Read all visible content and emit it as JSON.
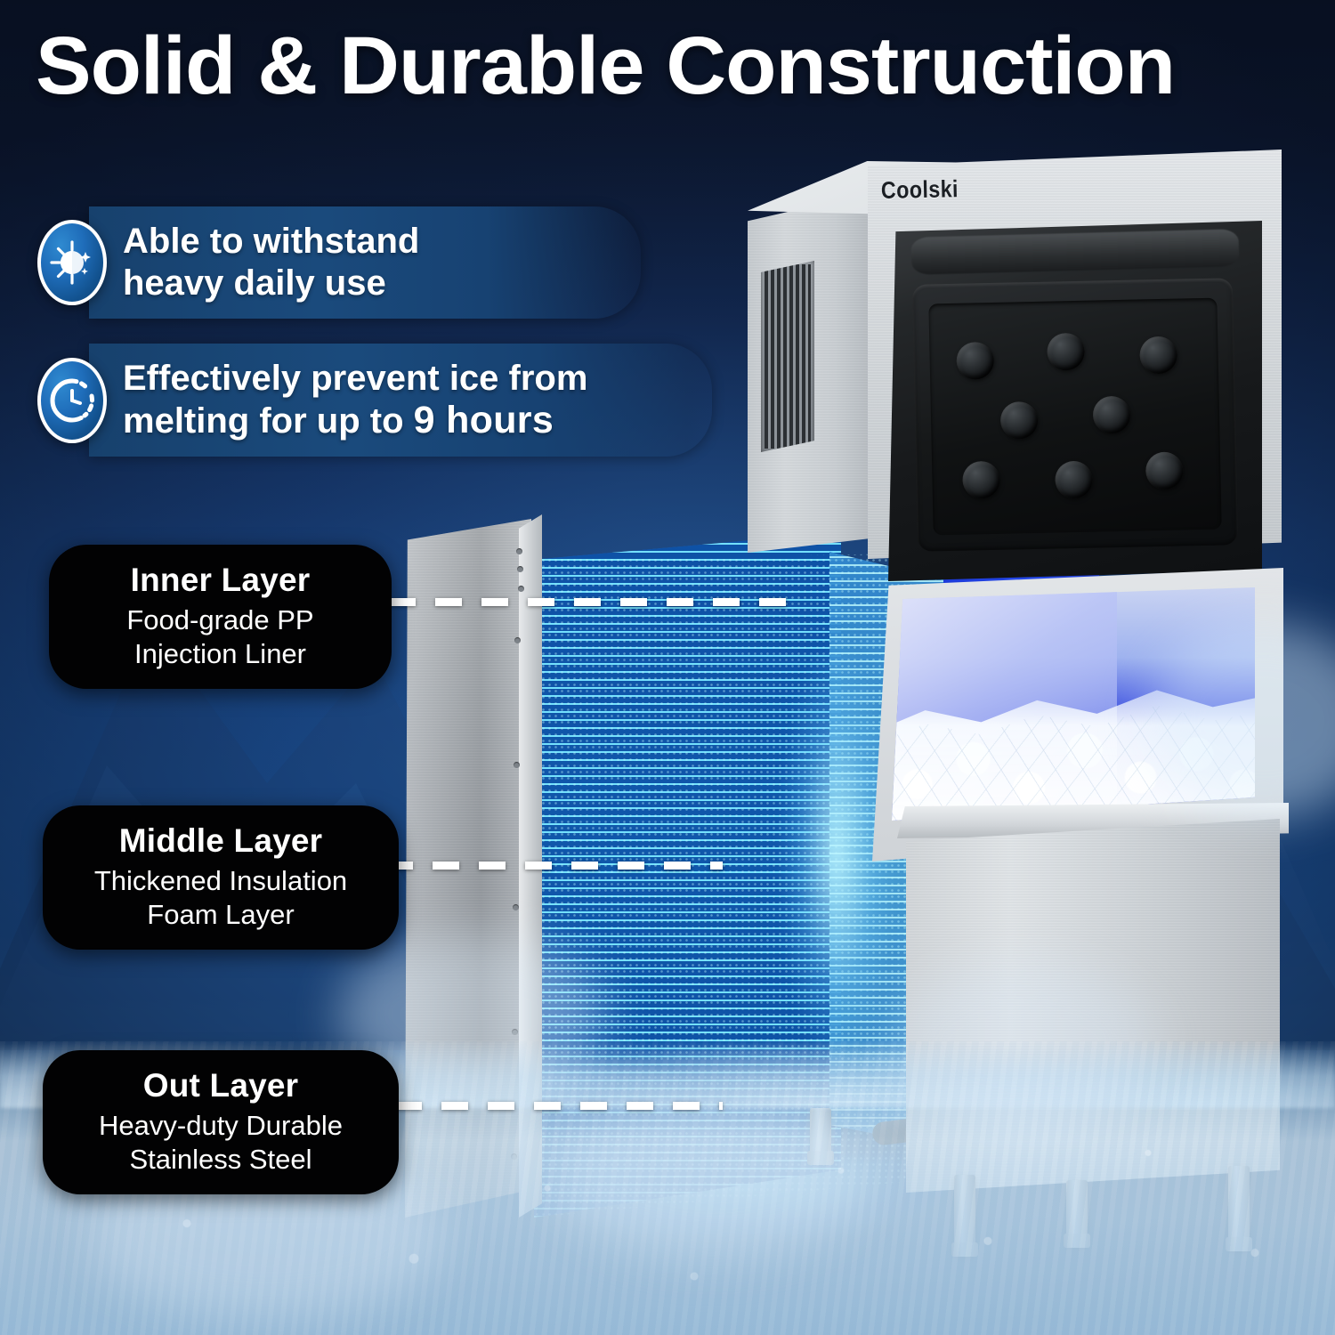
{
  "page": {
    "headline": "Solid & Durable Construction",
    "brand": "Coolski"
  },
  "features": [
    {
      "icon": "sun-moon-brightness-icon",
      "text": "Able to withstand\nheavy daily use",
      "highlight": ""
    },
    {
      "icon": "clock-timer-icon",
      "text_before": "Effectively prevent ice from\nmelting for up to ",
      "highlight": "9 hours"
    }
  ],
  "callouts": [
    {
      "title": "Inner Layer",
      "subtitle": "Food-grade PP\nInjection Liner"
    },
    {
      "title": "Middle Layer",
      "subtitle": "Thickened Insulation\nFoam Layer"
    },
    {
      "title": "Out Layer",
      "subtitle": "Heavy-duty Durable\nStainless Steel"
    }
  ],
  "colors": {
    "background_top": "#0c1426",
    "background_mid": "#18447f",
    "background_bottom": "#7eaed4",
    "badge_blue": "#17416d",
    "icon_blue": "#1f6dba",
    "callout_black": "#020203",
    "layer_glow_cyan": "#78e6ff",
    "liner_blue": "#2448e8",
    "text_white": "#ffffff"
  }
}
